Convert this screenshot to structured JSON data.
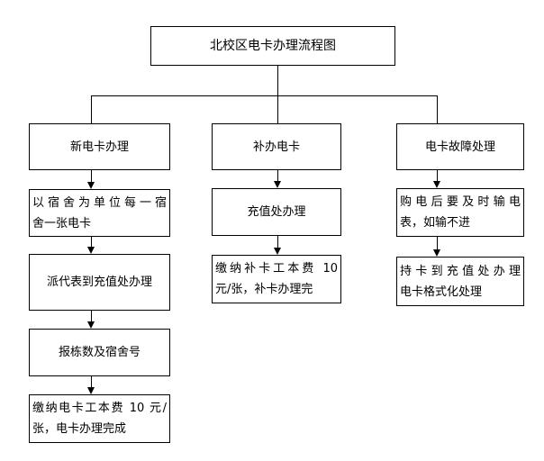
{
  "diagram": {
    "title": "北校区电卡办理流程图",
    "colors": {
      "background": "#ffffff",
      "line": "#000000",
      "box_border": "#000000",
      "text": "#000000"
    },
    "columns": [
      {
        "id": "new-card",
        "boxes": [
          {
            "lines": [
              "新电卡办理"
            ]
          },
          {
            "lines": [
              "以宿舍为单位每一宿",
              "舍一张电卡"
            ]
          },
          {
            "lines": [
              "派代表到充值处办理"
            ]
          },
          {
            "lines": [
              "报栋数及宿舍号"
            ]
          },
          {
            "lines": [
              "缴纳电卡工本费 10 元/",
              "张，电卡办理完成"
            ]
          }
        ]
      },
      {
        "id": "reissue-card",
        "boxes": [
          {
            "lines": [
              "补办电卡"
            ]
          },
          {
            "lines": [
              "充值处办理"
            ]
          },
          {
            "lines": [
              "缴纳补卡工本费 10",
              "元/张，补卡办理完"
            ]
          }
        ]
      },
      {
        "id": "card-fault",
        "boxes": [
          {
            "lines": [
              "电卡故障处理"
            ]
          },
          {
            "lines": [
              "购电后要及时输电",
              "表，如输不进"
            ]
          },
          {
            "lines": [
              "持卡到充值处办理",
              "电卡格式化处理"
            ]
          }
        ]
      }
    ]
  }
}
